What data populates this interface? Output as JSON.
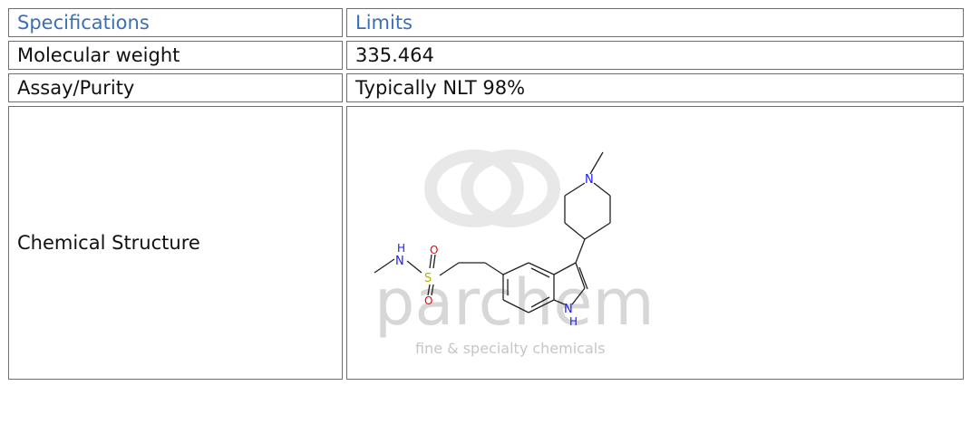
{
  "table": {
    "headers": [
      "Specifications",
      "Limits"
    ],
    "rows": [
      {
        "label": "Molecular weight",
        "value": "335.464"
      },
      {
        "label": "Assay/Purity",
        "value": "Typically NLT 98%"
      }
    ],
    "structure_row": {
      "label": "Chemical Structure"
    }
  },
  "watermark": {
    "brand": "parchem",
    "tagline": "fine & specialty chemicals"
  },
  "structure": {
    "atoms": {
      "n_top": "N",
      "n_amide": "N",
      "h_amide": "H",
      "s": "S",
      "o_top": "O",
      "o_bottom": "O",
      "n_indole": "N",
      "h_indole": "H"
    }
  },
  "colors": {
    "header_text": "#3b6fb6",
    "border": "#6e6e6e",
    "heteroatom": "#1a1aff",
    "oxygen": "#ff0000",
    "sulfur": "#b3b300"
  }
}
